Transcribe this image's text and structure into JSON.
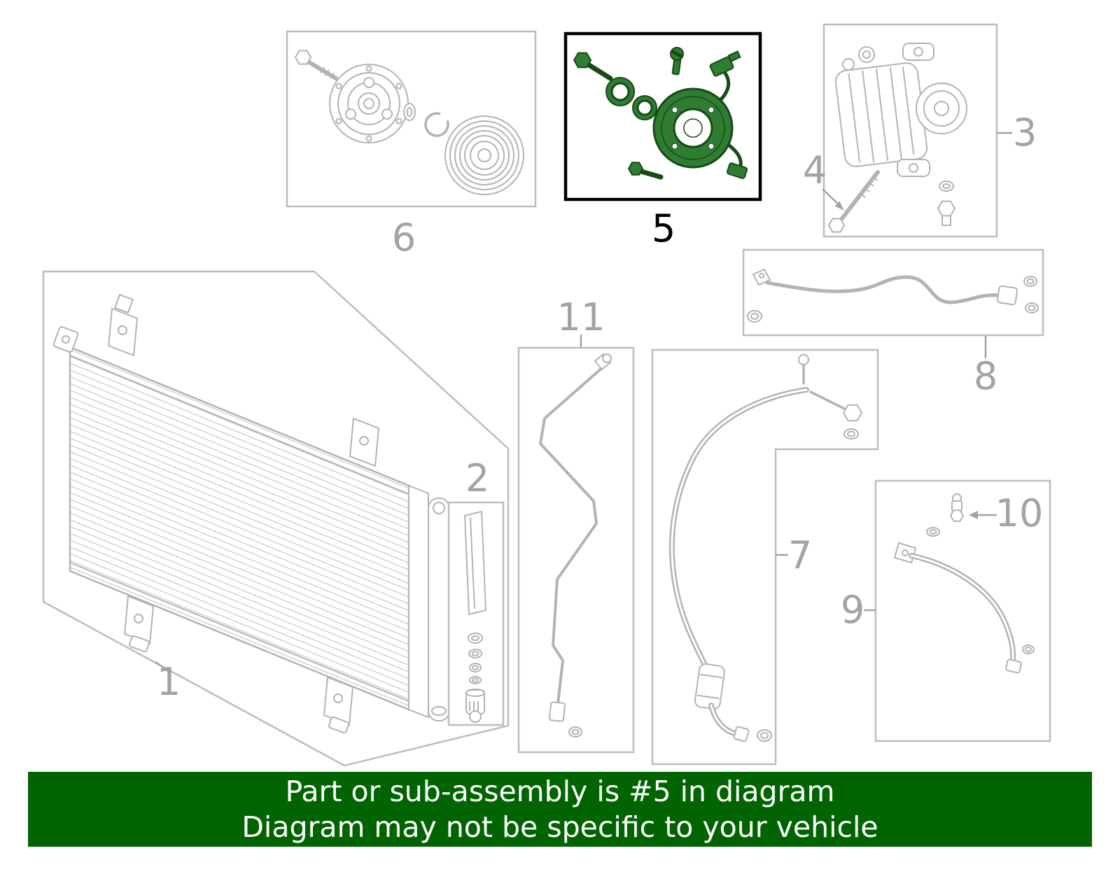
{
  "colors": {
    "banner-bg": "#006400",
    "banner-text": "#ffffff",
    "line-gray": "#b3b3b3",
    "line-gray-light": "#cfcfcf",
    "box-gray": "#bdbdbd",
    "label-gray": "#a3a3a3",
    "label-black": "#000000",
    "hl-border": "#000000",
    "hl-dark": "#164a16",
    "hl-mid": "#2e7d32"
  },
  "banner": {
    "line1": "Part or sub-assembly is #5 in diagram",
    "line2": "Diagram may not be specific to your vehicle"
  },
  "highlight": {
    "callout": "5"
  },
  "callouts": {
    "c1": {
      "label": "1",
      "icon": "condenser-assembly-illustration"
    },
    "c2": {
      "label": "2",
      "icon": "seal-and-oring-kit-illustration"
    },
    "c3": {
      "label": "3",
      "icon": "compressor-assembly-illustration"
    },
    "c4": {
      "label": "4",
      "icon": "mount-bolt-illustration"
    },
    "c5": {
      "label": "5",
      "icon": "field-coil-set-illustration"
    },
    "c6": {
      "label": "6",
      "icon": "clutch-plate-and-pulley-illustration"
    },
    "c7": {
      "label": "7",
      "icon": "suction-hose-illustration"
    },
    "c8": {
      "label": "8",
      "icon": "discharge-pipe-illustration"
    },
    "c9": {
      "label": "9",
      "icon": "discharge-hose-illustration"
    },
    "c10": {
      "label": "10",
      "icon": "charge-valve-illustration"
    },
    "c11": {
      "label": "11",
      "icon": "receiver-pipe-illustration"
    }
  }
}
